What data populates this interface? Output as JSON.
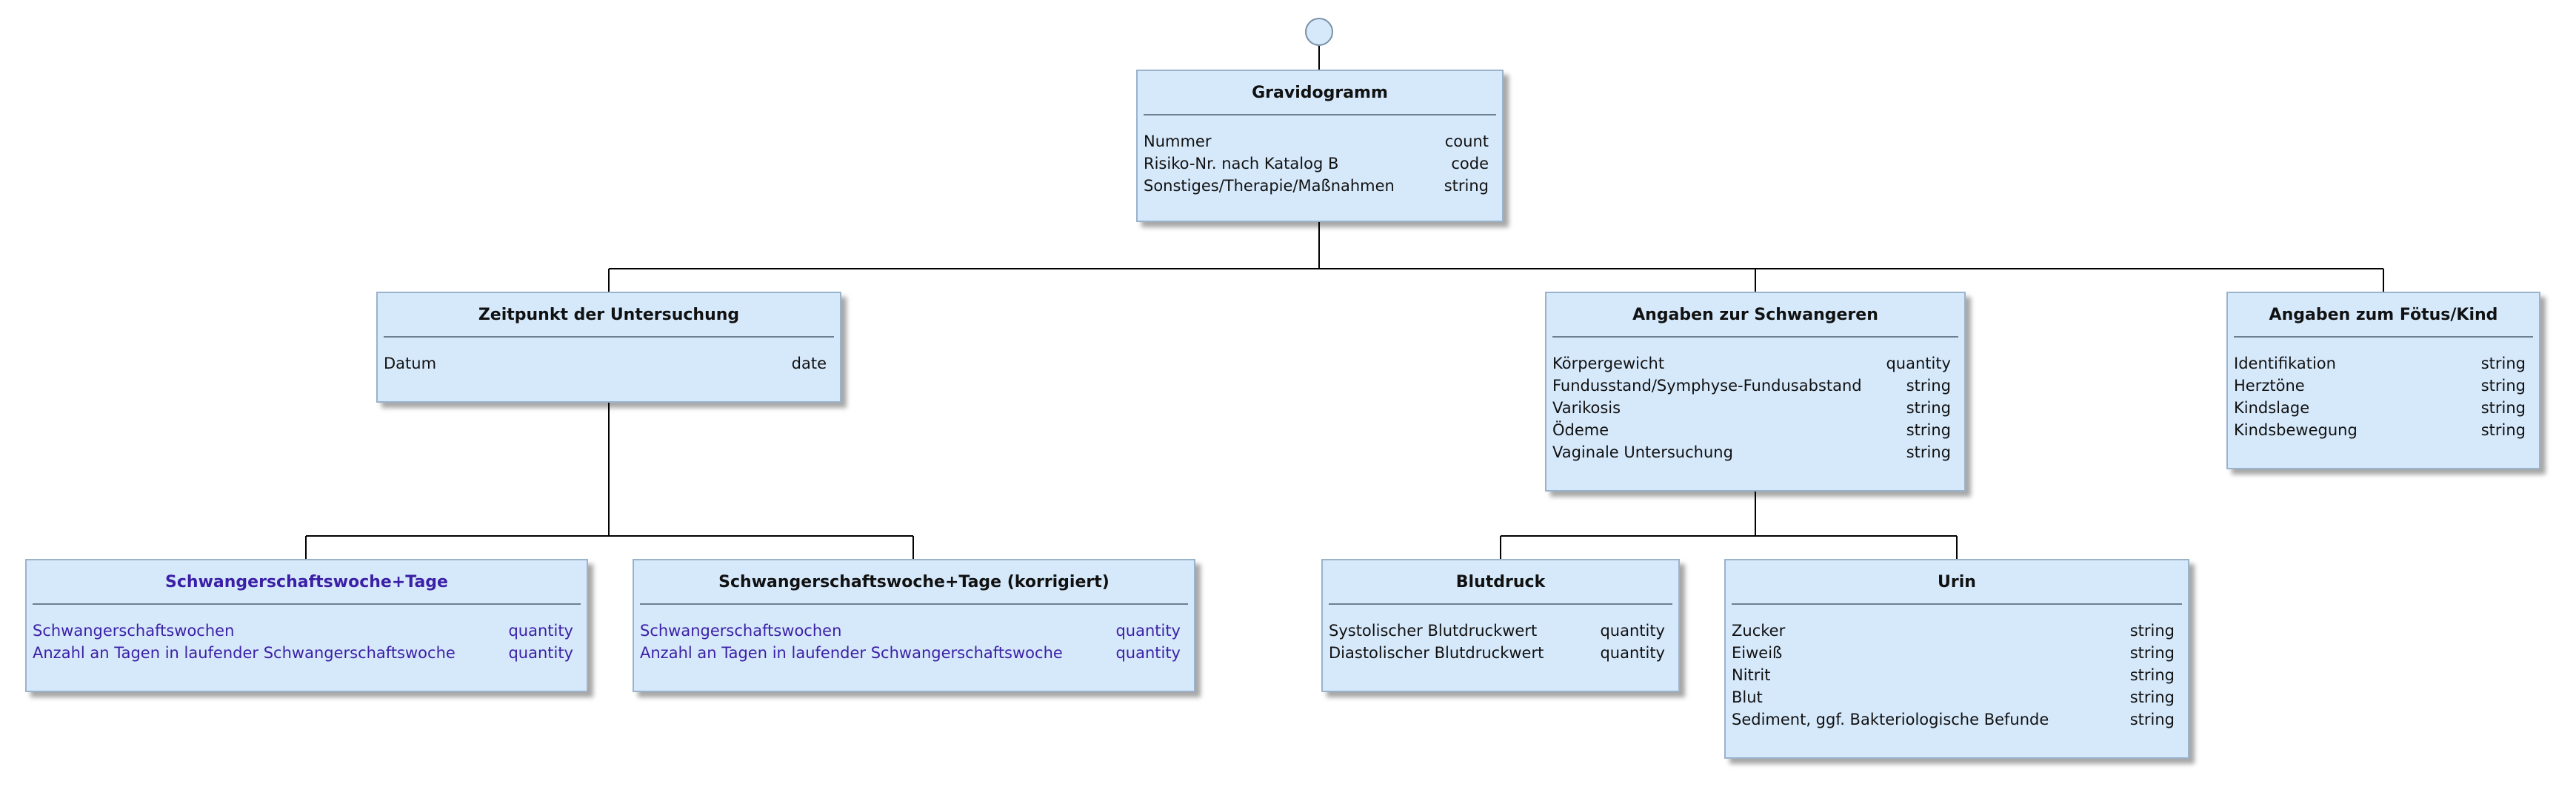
{
  "nodes": {
    "root": {
      "title": "Gravidogramm",
      "rows": [
        {
          "label": "Nummer",
          "type": "count"
        },
        {
          "label": "Risiko-Nr. nach Katalog B",
          "type": "code"
        },
        {
          "label": "Sonstiges/Therapie/Maßnahmen",
          "type": "string"
        }
      ]
    },
    "zeitpunkt": {
      "title": "Zeitpunkt der Untersuchung",
      "rows": [
        {
          "label": "Datum",
          "type": "date"
        }
      ]
    },
    "schwangere": {
      "title": "Angaben zur Schwangeren",
      "rows": [
        {
          "label": "Körpergewicht",
          "type": "quantity"
        },
        {
          "label": "Fundusstand/Symphyse-Fundusabstand",
          "type": "string"
        },
        {
          "label": "Varikosis",
          "type": "string"
        },
        {
          "label": "Ödeme",
          "type": "string"
        },
        {
          "label": "Vaginale Untersuchung",
          "type": "string"
        }
      ]
    },
    "foetus": {
      "title": "Angaben zum Fötus/Kind",
      "rows": [
        {
          "label": "Identifikation",
          "type": "string"
        },
        {
          "label": "Herztöne",
          "type": "string"
        },
        {
          "label": "Kindslage",
          "type": "string"
        },
        {
          "label": "Kindsbewegung",
          "type": "string"
        }
      ]
    },
    "ssw": {
      "title": "Schwangerschaftswoche+Tage",
      "rows": [
        {
          "label": "Schwangerschaftswochen",
          "type": "quantity"
        },
        {
          "label": "Anzahl an Tagen in laufender Schwangerschaftswoche",
          "type": "quantity"
        }
      ]
    },
    "ssw_korr": {
      "title": "Schwangerschaftswoche+Tage (korrigiert)",
      "rows": [
        {
          "label": "Schwangerschaftswochen",
          "type": "quantity"
        },
        {
          "label": "Anzahl an Tagen in laufender Schwangerschaftswoche",
          "type": "quantity"
        }
      ]
    },
    "blutdruck": {
      "title": "Blutdruck",
      "rows": [
        {
          "label": "Systolischer Blutdruckwert",
          "type": "quantity"
        },
        {
          "label": "Diastolischer Blutdruckwert",
          "type": "quantity"
        }
      ]
    },
    "urin": {
      "title": "Urin",
      "rows": [
        {
          "label": "Zucker",
          "type": "string"
        },
        {
          "label": "Eiweiß",
          "type": "string"
        },
        {
          "label": "Nitrit",
          "type": "string"
        },
        {
          "label": "Blut",
          "type": "string"
        },
        {
          "label": "Sediment, ggf. Bakteriologische Befunde",
          "type": "string"
        }
      ]
    }
  },
  "edges": [
    {
      "from": "root",
      "to": "zeitpunkt"
    },
    {
      "from": "root",
      "to": "schwangere"
    },
    {
      "from": "root",
      "to": "foetus"
    },
    {
      "from": "zeitpunkt",
      "to": "ssw"
    },
    {
      "from": "zeitpunkt",
      "to": "ssw_korr"
    },
    {
      "from": "schwangere",
      "to": "blutdruck"
    },
    {
      "from": "schwangere",
      "to": "urin"
    }
  ],
  "colors": {
    "node_fill": "#d6e9fb",
    "node_border": "#9ab3cc",
    "connector": "#000000",
    "highlight_text": "#3b1fa6"
  }
}
